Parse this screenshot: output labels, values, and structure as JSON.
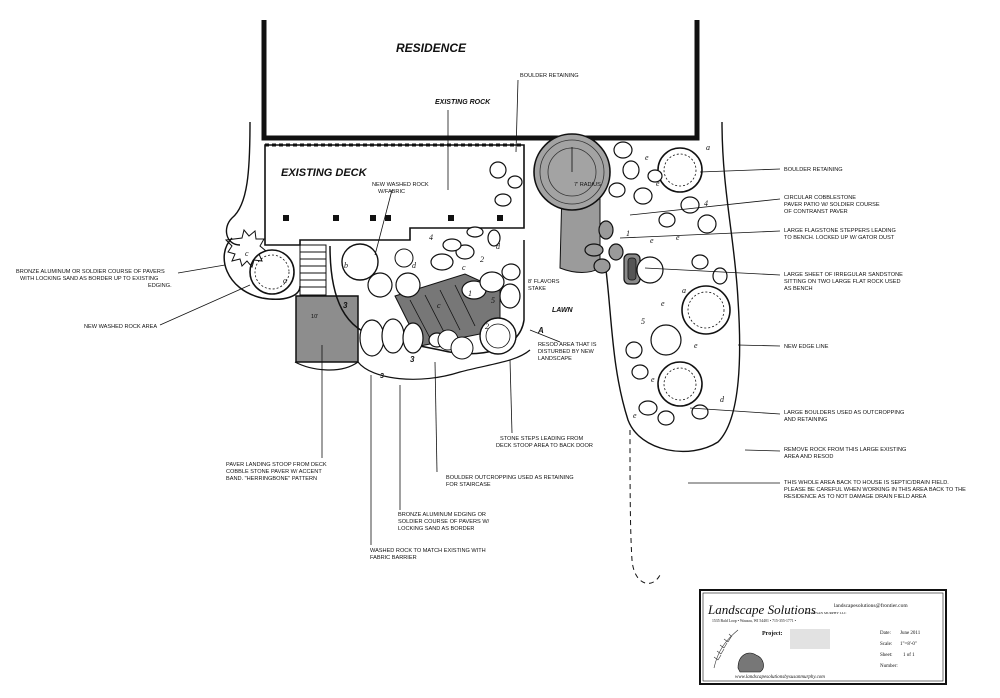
{
  "titles": {
    "residence": "RESIDENCE",
    "existing_deck": "EXISTING DECK",
    "existing_rock": "EXISTING ROCK",
    "lawn": "LAWN"
  },
  "labels": {
    "boulder_retaining_top": "BOULDER RETAINING",
    "new_washed_rock_fabric_1": "NEW WASHED ROCK",
    "new_washed_rock_fabric_2": "W/FABRIC",
    "bronze_left_1": "BRONZE ALUMINUM OR SOLDIER COURSE OF PAVERS",
    "bronze_left_2": "WITH LOCKING SAND AS BORDER UP TO EXISTING",
    "bronze_left_3": "EDGING.",
    "new_washed_rock_area": "NEW WASHED ROCK AREA",
    "resod_1": "RESOD AREA THAT IS",
    "resod_2": "DISTURBED BY NEW",
    "resod_3": "LANDSCAPE",
    "stone_steps_1": "STONE STEPS LEADING FROM",
    "stone_steps_2": "DECK STOOP AREA TO BACK DOOR",
    "boulder_outcrop_1": "BOULDER OUTCROPPING USED AS RETAINING",
    "boulder_outcrop_2": "FOR STAIRCASE",
    "paver_landing_1": "PAVER LANDING STOOP FROM DECK",
    "paver_landing_2": "COBBLE STONE PAVER W/ ACCENT",
    "paver_landing_3": "BAND.  \"HERRINGBONE\" PATTERN",
    "bronze_bottom_1": "BRONZE ALUMINUM EDGING OR",
    "bronze_bottom_2": "SOLDIER COURSE OF PAVERS W/",
    "bronze_bottom_3": "LOCKING SAND AS BORDER",
    "washed_rock_match_1": "WASHED ROCK TO MATCH EXISTING WITH",
    "washed_rock_match_2": "FABRIC BARRIER",
    "boulder_retaining_right": "BOULDER RETAINING",
    "circular_1": "CIRCULAR COBBLESTONE",
    "circular_2": "PAVER PATIO W/ SOLDIER COURSE",
    "circular_3": "OF CONTRANST PAVER",
    "flagstone_1": "LARGE FLAGSTONE STEPPERS LEADING",
    "flagstone_2": "TO BENCH.  LOCKED UP W/ GATOR DUST",
    "sandstone_1": "LARGE SHEET OF IRREGULAR SANDSTONE",
    "sandstone_2": "SITTING ON TWO LARGE FLAT ROCK USED",
    "sandstone_3": "AS BENCH",
    "new_edge_line": "NEW EDGE LINE",
    "large_boulders_1": "LARGE BOULDERS USED AS OUTCROPPING",
    "large_boulders_2": "AND RETAINING",
    "remove_rock_1": "REMOVE ROCK FROM THIS LARGE EXISTING",
    "remove_rock_2": "AREA AND RESOD",
    "septic_1": "THIS WHOLE AREA BACK TO HOUSE IS SEPTIC/DRAIN FIELD.",
    "septic_2": "PLEASE BE CAREFUL WHEN WORKING IN THIS AREA BACK TO THE",
    "septic_3": "RESIDENCE AS TO NOT DAMAGE DRAIN FIELD AREA",
    "dim_10": "10'",
    "dim_7radius": "7' radius",
    "dim_8flavors": "8' flavors",
    "dim_stake": "stake",
    "pt_A": "A",
    "pt_3a": "3",
    "pt_3b": "3",
    "pt_3c": "3"
  },
  "plant_codes": [
    "a",
    "b",
    "c",
    "d",
    "e",
    "1",
    "2",
    "3",
    "4",
    "5"
  ],
  "title_block": {
    "email": "landscapesolutions@frontier.com",
    "company": "Landscape Solutions",
    "by_line": "BY SUSAN MURPHY LLC",
    "address": "1535 Bald Loop • Wausau, WI 54401 • 715-355-1771 •",
    "project_label": "Project:",
    "date_label": "Date:",
    "date_value": "June 2011",
    "scale_label": "Scale:",
    "scale_value": "1\"=8'-0\"",
    "sheet_label": "Sheet:",
    "sheet_value": "1 of 1",
    "number_label": "Number:",
    "website": "www.landscapesolutionsbysusanmurphy.com"
  }
}
